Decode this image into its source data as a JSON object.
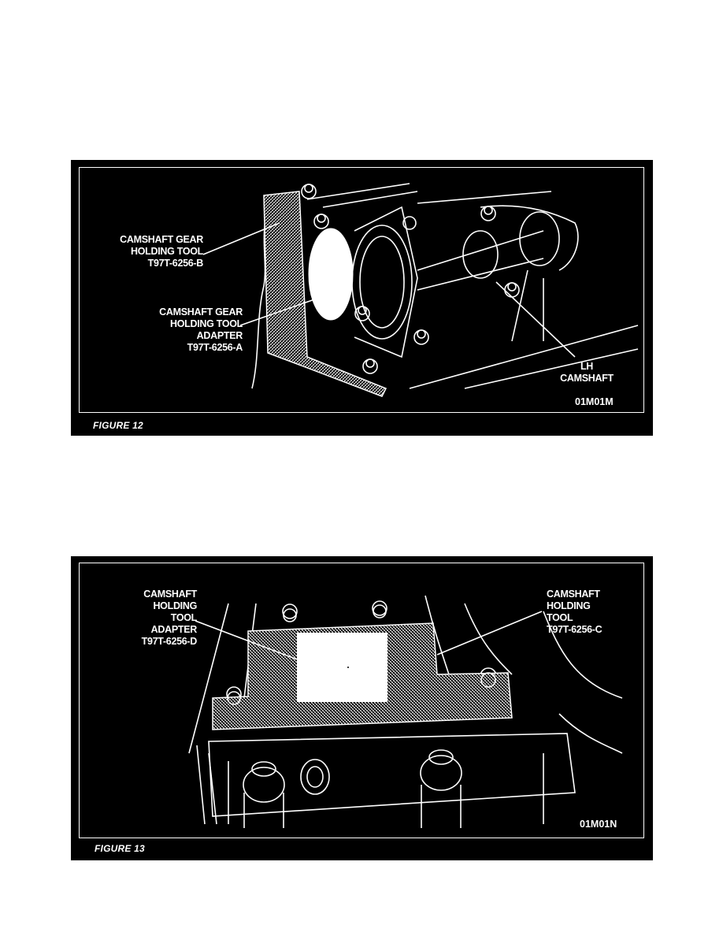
{
  "figures": [
    {
      "caption": "FIGURE 12",
      "code": "01M01M",
      "labels": {
        "gear_tool": [
          "CAMSHAFT GEAR",
          "HOLDING TOOL",
          "T97T-6256-B"
        ],
        "gear_adapter": [
          "CAMSHAFT GEAR",
          "HOLDING TOOL",
          "ADAPTER",
          "T97T-6256-A"
        ],
        "lh_camshaft": [
          "LH",
          "CAMSHAFT"
        ]
      }
    },
    {
      "caption": "FIGURE 13",
      "code": "01M01N",
      "labels": {
        "holding_adapter": [
          "CAMSHAFT",
          "HOLDING",
          "TOOL",
          "ADAPTER",
          "T97T-6256-D"
        ],
        "holding_tool": [
          "CAMSHAFT",
          "HOLDING",
          "TOOL",
          "T97T-6256-C"
        ]
      }
    }
  ],
  "colors": {
    "background": "#000000",
    "line": "#ffffff",
    "page": "#ffffff"
  }
}
